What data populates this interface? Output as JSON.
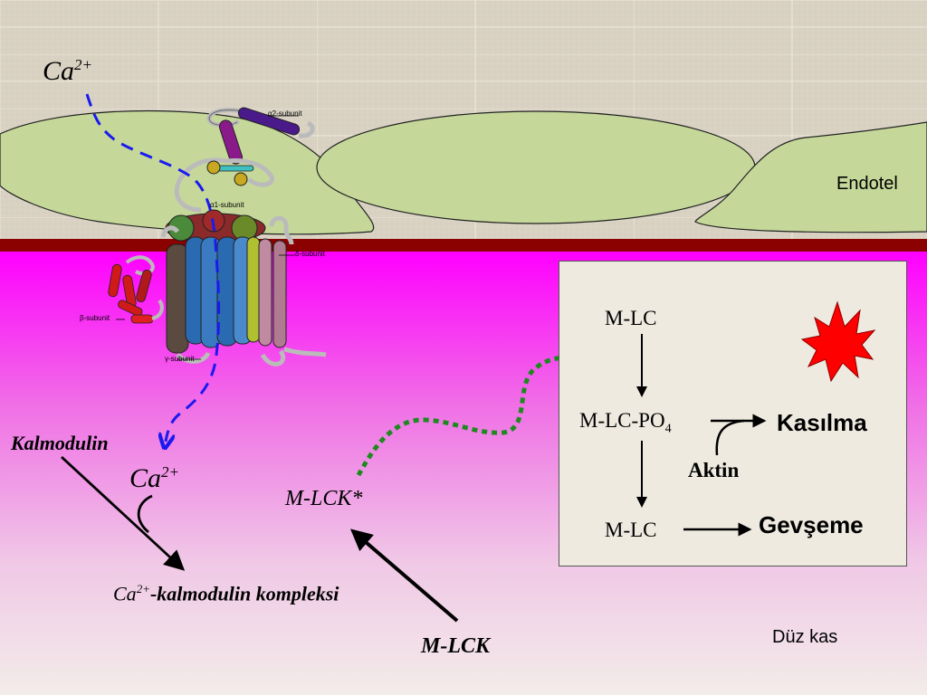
{
  "labels": {
    "ca_top": "Ca",
    "ca_top_sup": "2+",
    "endotel": "Endotel",
    "alpha2_subunit": "α2-subunit",
    "alpha1_subunit": "α1-subunit",
    "delta_subunit": "δ-subunit",
    "beta_subunit": "β-subunit",
    "gamma_subunit": "γ-subunit",
    "kalmodulin": "Kalmodulin",
    "ca_mid": "Ca",
    "ca_mid_sup": "2+",
    "complex_ca": "Ca",
    "complex_sup": "2+",
    "complex_rest": "-kalmodulin kompleksi",
    "mlck_star": "M-LCK*",
    "mlck": "M-LCK",
    "duz_kas": "Düz kas"
  },
  "panel": {
    "mlc_top": "M-LC",
    "mlc_po4": "M-LC-PO",
    "mlc_po4_sub": "4",
    "kasilma": "Kasılma",
    "aktin": "Aktin",
    "mlc_bottom": "M-LC",
    "gevseme": "Gevşeme"
  },
  "colors": {
    "tile_bg": "#d8d0c0",
    "endothelial_cell": "#c5d89a",
    "membrane": "#8b0000",
    "cytoplasm_top": "#ff00ff",
    "cytoplasm_bottom": "#f0e4ec",
    "calcium_path": "#1a1aee",
    "mlck_path": "#1e8a1e",
    "burst": "#ff0000"
  }
}
